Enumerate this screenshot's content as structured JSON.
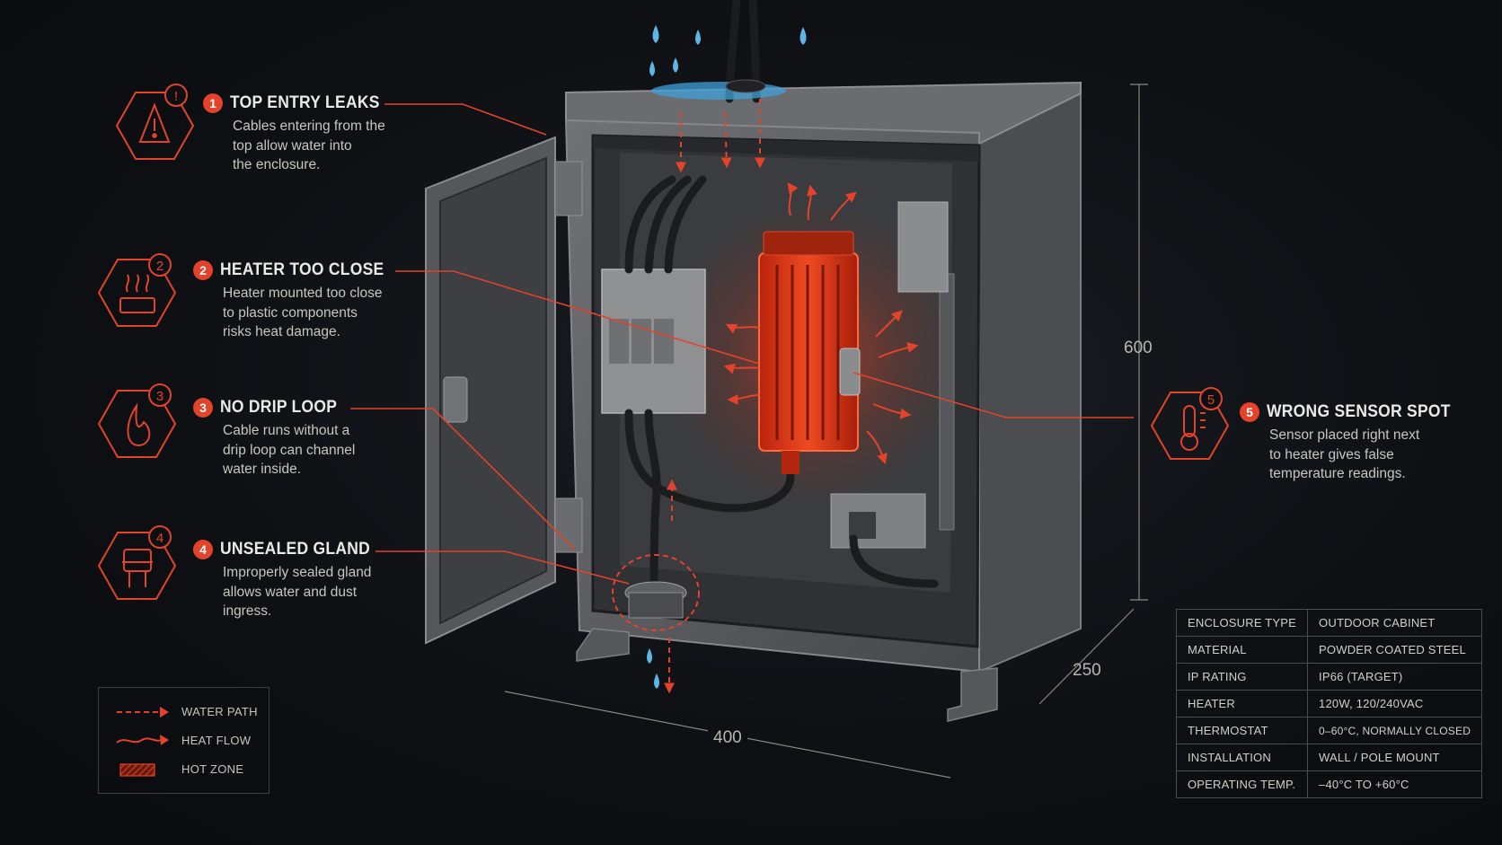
{
  "callouts": [
    {
      "num": "1",
      "title": "TOP ENTRY LEAKS",
      "icon": "warning-icon",
      "desc": [
        "Cables entering from the",
        "top allow water into",
        "the enclosure."
      ]
    },
    {
      "num": "2",
      "title": "HEATER TOO CLOSE",
      "icon": "heater-icon",
      "desc": [
        "Heater mounted too close",
        "to plastic components",
        "risks heat damage."
      ]
    },
    {
      "num": "3",
      "title": "NO DRIP LOOP",
      "icon": "drip-icon",
      "desc": [
        "Cable runs without a",
        "drip loop can channel",
        "water inside."
      ]
    },
    {
      "num": "4",
      "title": "UNSEALED GLAND",
      "icon": "gland-icon",
      "desc": [
        "Improperly sealed gland",
        "allows water and dust",
        "ingress."
      ]
    },
    {
      "num": "5",
      "title": "WRONG SENSOR SPOT",
      "icon": "thermometer-icon",
      "desc": [
        "Sensor placed right next",
        "to heater gives false",
        "temperature readings."
      ]
    }
  ],
  "dimensions": {
    "height": "600",
    "depth": "250",
    "width": "400"
  },
  "legend": [
    {
      "label": "WATER PATH",
      "icon": "dashed-arrow-icon"
    },
    {
      "label": "HEAT FLOW",
      "icon": "wavy-arrow-icon"
    },
    {
      "label": "HOT ZONE",
      "icon": "hatched-box-icon"
    }
  ],
  "specs": [
    {
      "key": "ENCLOSURE TYPE",
      "value": "OUTDOOR CABINET"
    },
    {
      "key": "MATERIAL",
      "value": "POWDER COATED STEEL"
    },
    {
      "key": "IP RATING",
      "value": "IP66 (TARGET)"
    },
    {
      "key": "HEATER",
      "value": "120W, 120/240VAC"
    },
    {
      "key": "THERMOSTAT",
      "value": "0–60°C, NORMALLY CLOSED"
    },
    {
      "key": "INSTALLATION",
      "value": "WALL / POLE MOUNT"
    },
    {
      "key": "OPERATING TEMP.",
      "value": "–40°C TO +60°C"
    }
  ],
  "colors": {
    "accent": "#e2432a",
    "water": "#3fa0d8",
    "steel": "#5b5d60",
    "background": "#0d0f12"
  }
}
